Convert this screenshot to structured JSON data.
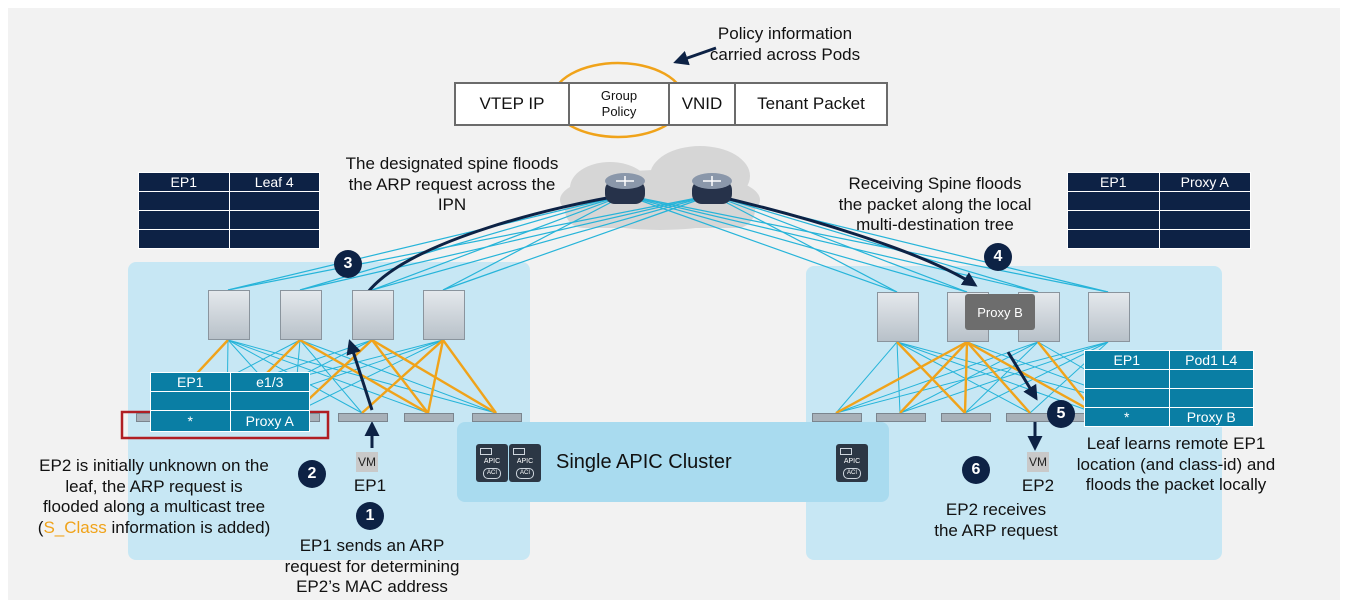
{
  "policy_note": {
    "line1": "Policy information",
    "line2": "carried across Pods"
  },
  "header": {
    "vtep": "VTEP IP",
    "group_policy_line1": "Group",
    "group_policy_line2": "Policy",
    "vnid": "VNID",
    "tenant": "Tenant Packet"
  },
  "left_table": {
    "ep": "EP1",
    "loc": "Leaf 4"
  },
  "right_table": {
    "ep": "EP1",
    "loc": "Proxy A"
  },
  "spine_flood_note": {
    "line1": "The designated spine floods",
    "line2": "the ARP request across the",
    "line3": "IPN"
  },
  "receiving_note": {
    "line1": "Receiving Spine floods",
    "line2": "the packet along the local",
    "line3": "multi-destination tree"
  },
  "leaf_table": {
    "ep": "EP1",
    "port": "e1/3",
    "star": "*",
    "proxy": "Proxy A"
  },
  "remote_leaf_table": {
    "ep": "EP1",
    "loc": "Pod1 L4",
    "star": "*",
    "proxy": "Proxy B"
  },
  "proxy_b": "Proxy B",
  "cluster": {
    "label": "Single APIC Cluster",
    "apic": "APIC",
    "aci": "ACI"
  },
  "vm_label": "VM",
  "ep1_label": "EP1",
  "ep2_label": "EP2",
  "steps": {
    "s1": "1",
    "s2": "2",
    "s3": "3",
    "s4": "4",
    "s5": "5",
    "s6": "6"
  },
  "ep2_unknown": {
    "line1": "EP2 is initially unknown on the",
    "line2": "leaf, the ARP request is",
    "line3": "flooded along a multicast tree",
    "line4_open": "(",
    "line4_sclass": "S_Class",
    "line4_rest": " information is added)"
  },
  "ep1_sends": {
    "line1": "EP1 sends an ARP",
    "line2": "request for determining",
    "line3": "EP2’s MAC address"
  },
  "leaf_learns": {
    "line1": "Leaf learns remote EP1",
    "line2": "location (and class-id) and",
    "line3": "floods the packet locally"
  },
  "ep2_receives": {
    "line1": "EP2 receives",
    "line2": "the ARP request"
  },
  "colors": {
    "dark_navy": "#0d2245",
    "teal": "#0a7ea4",
    "pod_bg": "#c7e7f4",
    "fabric_link": "#26b4d9",
    "uplink": "#f0a31a",
    "alert_red": "#b01e23"
  }
}
